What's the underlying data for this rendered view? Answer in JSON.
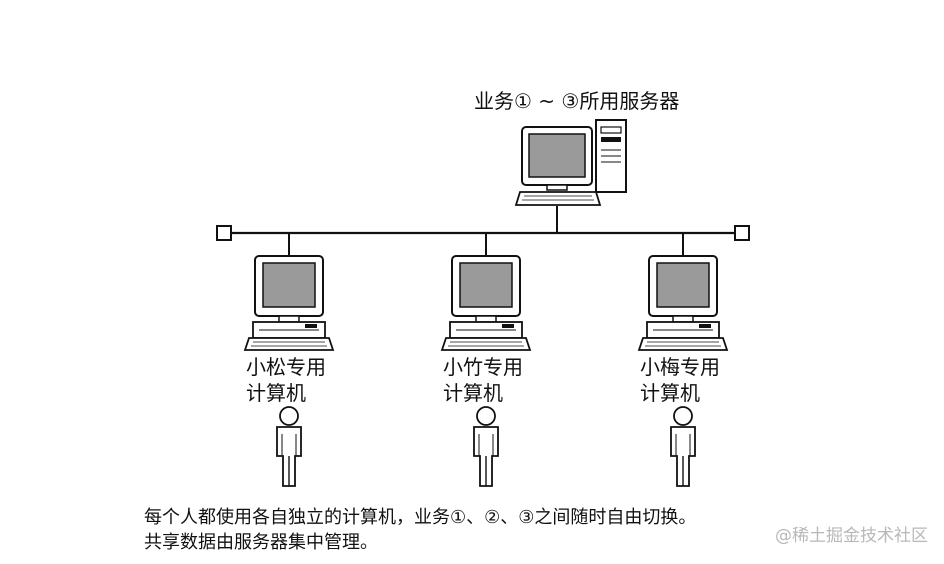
{
  "server": {
    "label": "业务① ~ ③所用服务器",
    "icon": "server-computer-icon"
  },
  "workstations": [
    {
      "line1": "小松专用",
      "line2": "计算机",
      "icon": "desktop-computer-icon",
      "user_icon": "person-icon"
    },
    {
      "line1": "小竹专用",
      "line2": "计算机",
      "icon": "desktop-computer-icon",
      "user_icon": "person-icon"
    },
    {
      "line1": "小梅专用",
      "line2": "计算机",
      "icon": "desktop-computer-icon",
      "user_icon": "person-icon"
    }
  ],
  "caption": {
    "line1": "每个人都使用各自独立的计算机，业务①、②、③之间随时自由切换。",
    "line2": "共享数据由服务器集中管理。"
  },
  "watermark": "@稀土掘金技术社区",
  "colors": {
    "ink": "#111111",
    "screen": "#9a9a9a",
    "watermark": "#b8b8b8"
  }
}
